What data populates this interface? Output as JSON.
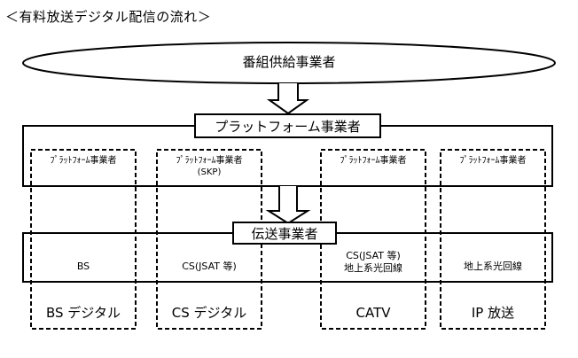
{
  "title": "＜有料放送デジタル配信の流れ＞",
  "supplier": {
    "label": "番組供給事業者"
  },
  "platform": {
    "label": "プラットフォーム事業者"
  },
  "transmission": {
    "label": "伝送事業者"
  },
  "columns": [
    {
      "platform_label": "ﾌﾟﾗｯﾄﾌｫｰﾑ事業者",
      "platform_sub": "",
      "transmission_line1": "BS",
      "transmission_line2": "",
      "service": "BS デジタル"
    },
    {
      "platform_label": "ﾌﾟﾗｯﾄﾌｫｰﾑ事業者",
      "platform_sub": "(SKP)",
      "transmission_line1": "CS(JSAT 等)",
      "transmission_line2": "",
      "service": "CS デジタル"
    },
    {
      "platform_label": "ﾌﾟﾗｯﾄﾌｫｰﾑ事業者",
      "platform_sub": "",
      "transmission_line1": "CS(JSAT 等)",
      "transmission_line2": "地上系光回線",
      "service": "CATV"
    },
    {
      "platform_label": "ﾌﾟﾗｯﾄﾌｫｰﾑ事業者",
      "platform_sub": "",
      "transmission_line1": "地上系光回線",
      "transmission_line2": "",
      "service": "IP 放送"
    }
  ]
}
